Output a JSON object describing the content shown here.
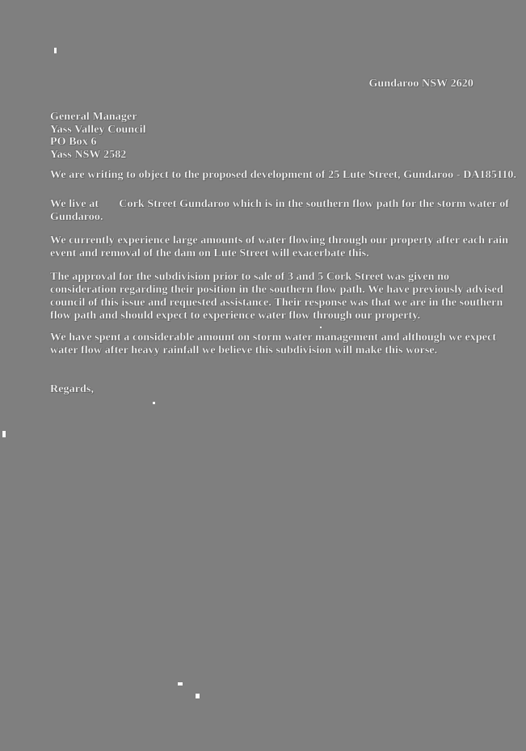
{
  "page": {
    "background_color": "#7f7f7f",
    "text_color": "#fdfdfd",
    "kind": "scanned-letter"
  },
  "letter": {
    "sender_location": "Gundaroo NSW 2620",
    "recipient": {
      "line1": "General Manager",
      "line2": "Yass Valley Council",
      "line3": "PO Box 6",
      "line4": "Yass NSW 2582"
    },
    "paragraphs": [
      {
        "lines": [
          "We are writing to object to the proposed development of 25 Lute Street, Gundaroo - DA185110."
        ]
      },
      {
        "lines": [
          "We live at       Cork Street Gundaroo which is in the southern flow path for the storm water of",
          "Gundaroo."
        ]
      },
      {
        "lines": [
          "We currently experience large amounts of water flowing through our property after each rain",
          "event and removal of the dam on Lute Street will exacerbate this."
        ]
      },
      {
        "lines": [
          "The approval for the subdivision prior to sale of 3 and 5 Cork Street was given no",
          "consideration regarding their position in the southern flow path. We have previously advised",
          "council of this issue and requested assistance. Their response was that we are in the southern",
          "flow path and should expect to experience water flow through our property."
        ]
      },
      {
        "lines": [
          "We have spent a considerable amount on storm water management and although we expect",
          "water flow after heavy rainfall we believe this subdivision will make this worse."
        ]
      }
    ],
    "closing": "Regards,"
  }
}
